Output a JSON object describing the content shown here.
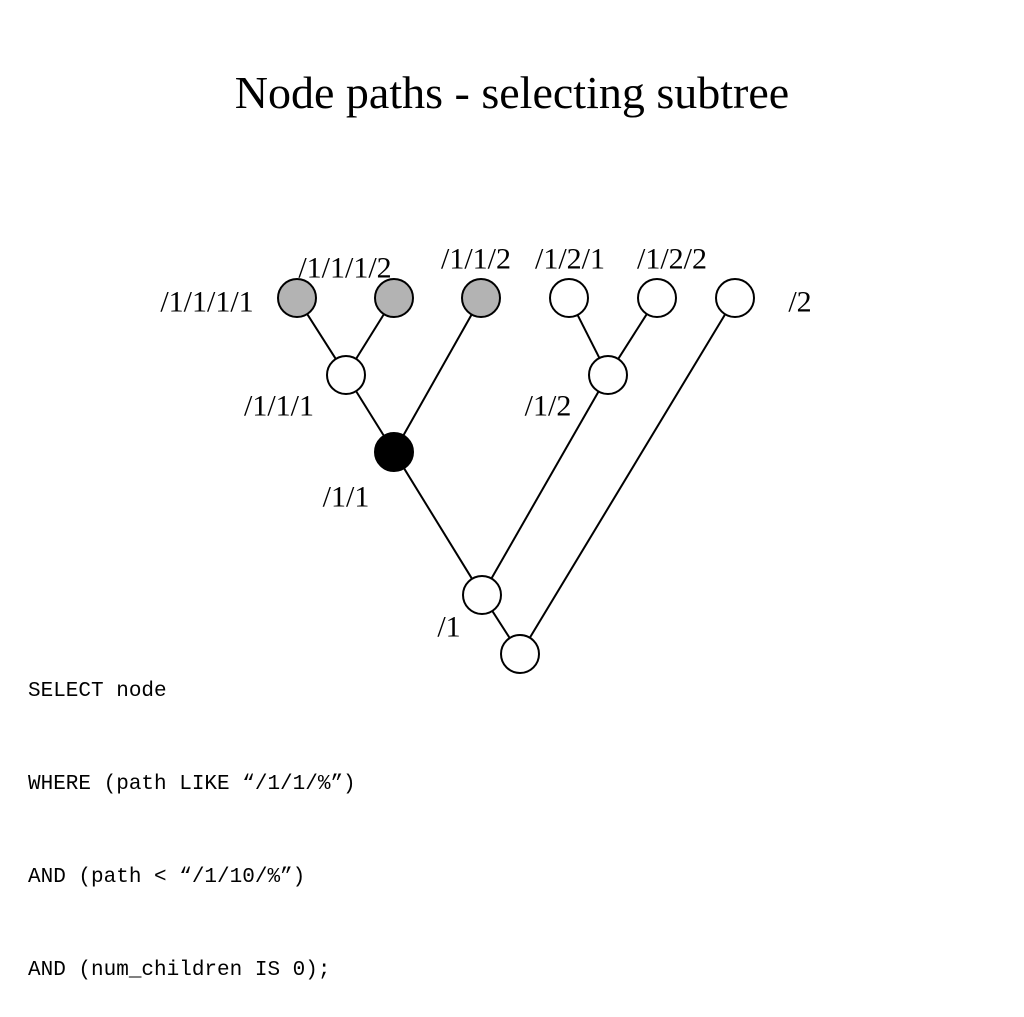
{
  "title": "Node paths - selecting subtree",
  "colors": {
    "selected": "#000000",
    "result": "#b3b3b3",
    "normal": "#ffffff",
    "stroke": "#000000"
  },
  "nodes": [
    {
      "id": "root",
      "path": "",
      "state": "normal"
    },
    {
      "id": "n1",
      "path": "/1",
      "state": "normal"
    },
    {
      "id": "n11",
      "path": "/1/1",
      "state": "selected"
    },
    {
      "id": "n111",
      "path": "/1/1/1",
      "state": "normal"
    },
    {
      "id": "n1111",
      "path": "/1/1/1/1",
      "state": "result"
    },
    {
      "id": "n1112",
      "path": "/1/1/1/2",
      "state": "result"
    },
    {
      "id": "n112",
      "path": "/1/1/2",
      "state": "result"
    },
    {
      "id": "n12",
      "path": "/1/2",
      "state": "normal"
    },
    {
      "id": "n121",
      "path": "/1/2/1",
      "state": "normal"
    },
    {
      "id": "n122",
      "path": "/1/2/2",
      "state": "normal"
    },
    {
      "id": "n2",
      "path": "/2",
      "state": "normal"
    }
  ],
  "edges": [
    [
      "root",
      "n1"
    ],
    [
      "root",
      "n2"
    ],
    [
      "n1",
      "n11"
    ],
    [
      "n1",
      "n12"
    ],
    [
      "n11",
      "n111"
    ],
    [
      "n11",
      "n112"
    ],
    [
      "n111",
      "n1111"
    ],
    [
      "n111",
      "n1112"
    ],
    [
      "n12",
      "n121"
    ],
    [
      "n12",
      "n122"
    ]
  ],
  "query": {
    "lines": [
      "SELECT node",
      "WHERE (path LIKE “/1/1/%”)",
      "AND (path < “/1/10/%”)",
      "AND (num_children IS 0);"
    ]
  }
}
